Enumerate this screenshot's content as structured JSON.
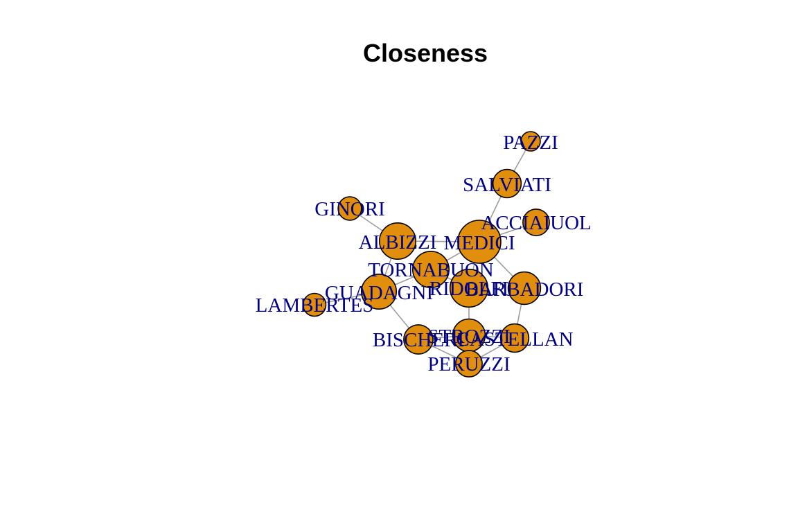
{
  "title": "Closeness",
  "colors": {
    "node_fill": "#E08E0B",
    "node_stroke": "#000000",
    "edge": "#9E9E9E",
    "label": "#000080"
  },
  "nodes": [
    {
      "id": "PAZZI",
      "label": "PAZZI",
      "closeness": 0.286
    },
    {
      "id": "SALVIATI",
      "label": "SALVIATI",
      "closeness": 0.389
    },
    {
      "id": "ACCIAIUOL",
      "label": "ACCIAIUOL",
      "closeness": 0.368
    },
    {
      "id": "GINORI",
      "label": "GINORI",
      "closeness": 0.333
    },
    {
      "id": "ALBIZZI",
      "label": "ALBIZZI",
      "closeness": 0.483
    },
    {
      "id": "MEDICI",
      "label": "MEDICI",
      "closeness": 0.56
    },
    {
      "id": "TORNABUON",
      "label": "TORNABUON",
      "closeness": 0.483
    },
    {
      "id": "RIDOLFI",
      "label": "RIDOLFI",
      "closeness": 0.5
    },
    {
      "id": "BARBADORI",
      "label": "BARBADORI",
      "closeness": 0.438
    },
    {
      "id": "GUADAGNI",
      "label": "GUADAGNI",
      "closeness": 0.467
    },
    {
      "id": "LAMBERTES",
      "label": "LAMBERTES",
      "closeness": 0.326
    },
    {
      "id": "STROZZI",
      "label": "STROZZI",
      "closeness": 0.438
    },
    {
      "id": "CASTELLAN",
      "label": "CASTELLAN",
      "closeness": 0.389
    },
    {
      "id": "BISCHERI",
      "label": "BISCHERI",
      "closeness": 0.4
    },
    {
      "id": "PERUZZI",
      "label": "PERUZZI",
      "closeness": 0.368
    }
  ],
  "edges": [
    [
      "PAZZI",
      "SALVIATI"
    ],
    [
      "SALVIATI",
      "MEDICI"
    ],
    [
      "ACCIAIUOL",
      "MEDICI"
    ],
    [
      "GINORI",
      "ALBIZZI"
    ],
    [
      "ALBIZZI",
      "MEDICI"
    ],
    [
      "ALBIZZI",
      "GUADAGNI"
    ],
    [
      "MEDICI",
      "TORNABUON"
    ],
    [
      "MEDICI",
      "RIDOLFI"
    ],
    [
      "MEDICI",
      "BARBADORI"
    ],
    [
      "TORNABUON",
      "RIDOLFI"
    ],
    [
      "TORNABUON",
      "GUADAGNI"
    ],
    [
      "GUADAGNI",
      "LAMBERTES"
    ],
    [
      "GUADAGNI",
      "BISCHERI"
    ],
    [
      "RIDOLFI",
      "STROZZI"
    ],
    [
      "BARBADORI",
      "CASTELLAN"
    ],
    [
      "STROZZI",
      "CASTELLAN"
    ],
    [
      "STROZZI",
      "BISCHERI"
    ],
    [
      "STROZZI",
      "PERUZZI"
    ],
    [
      "CASTELLAN",
      "PERUZZI"
    ],
    [
      "BISCHERI",
      "PERUZZI"
    ]
  ]
}
